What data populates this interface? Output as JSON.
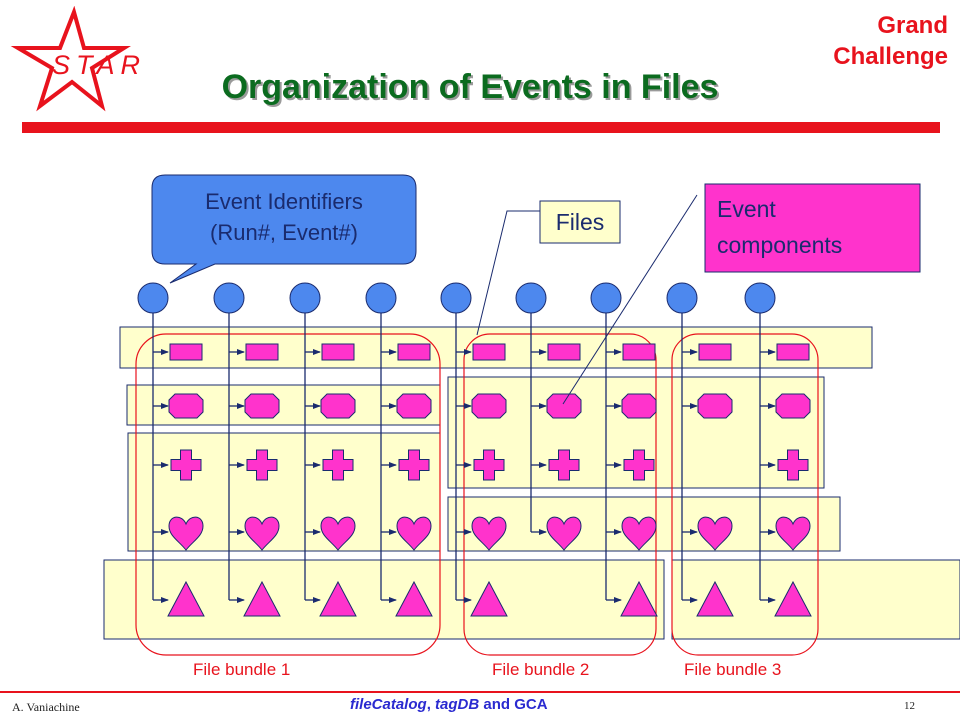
{
  "logo": {
    "text": "STAR",
    "icon": "star-icon"
  },
  "title": "Organization of Events in Files",
  "corner": {
    "line1": "Grand",
    "line2": "Challenge"
  },
  "callouts": {
    "event_identifiers_line1": "Event Identifiers",
    "event_identifiers_line2": "(Run#, Event#)",
    "files": "Files",
    "event_components_line1": "Event",
    "event_components_line2": "components"
  },
  "bundles": [
    "File bundle 1",
    "File bundle 2",
    "File bundle 3"
  ],
  "footer": {
    "author": "A. Vaniachine",
    "catalog": "fileCatalog",
    "sep1": ", ",
    "tagdb": "tagDB",
    "rest": " and  GCA",
    "page": "12"
  },
  "colors": {
    "title": "#0b6b1f",
    "accent_red": "#e8131d",
    "file_fill": "#ffffcc",
    "component_fill": "#ff33cc",
    "node_fill": "#4d88ee",
    "line_navy": "#1a2b6e",
    "footer_blue": "#2a2ad0"
  },
  "component_shapes": [
    "rectangle",
    "octagon",
    "cross",
    "heart",
    "triangle"
  ]
}
